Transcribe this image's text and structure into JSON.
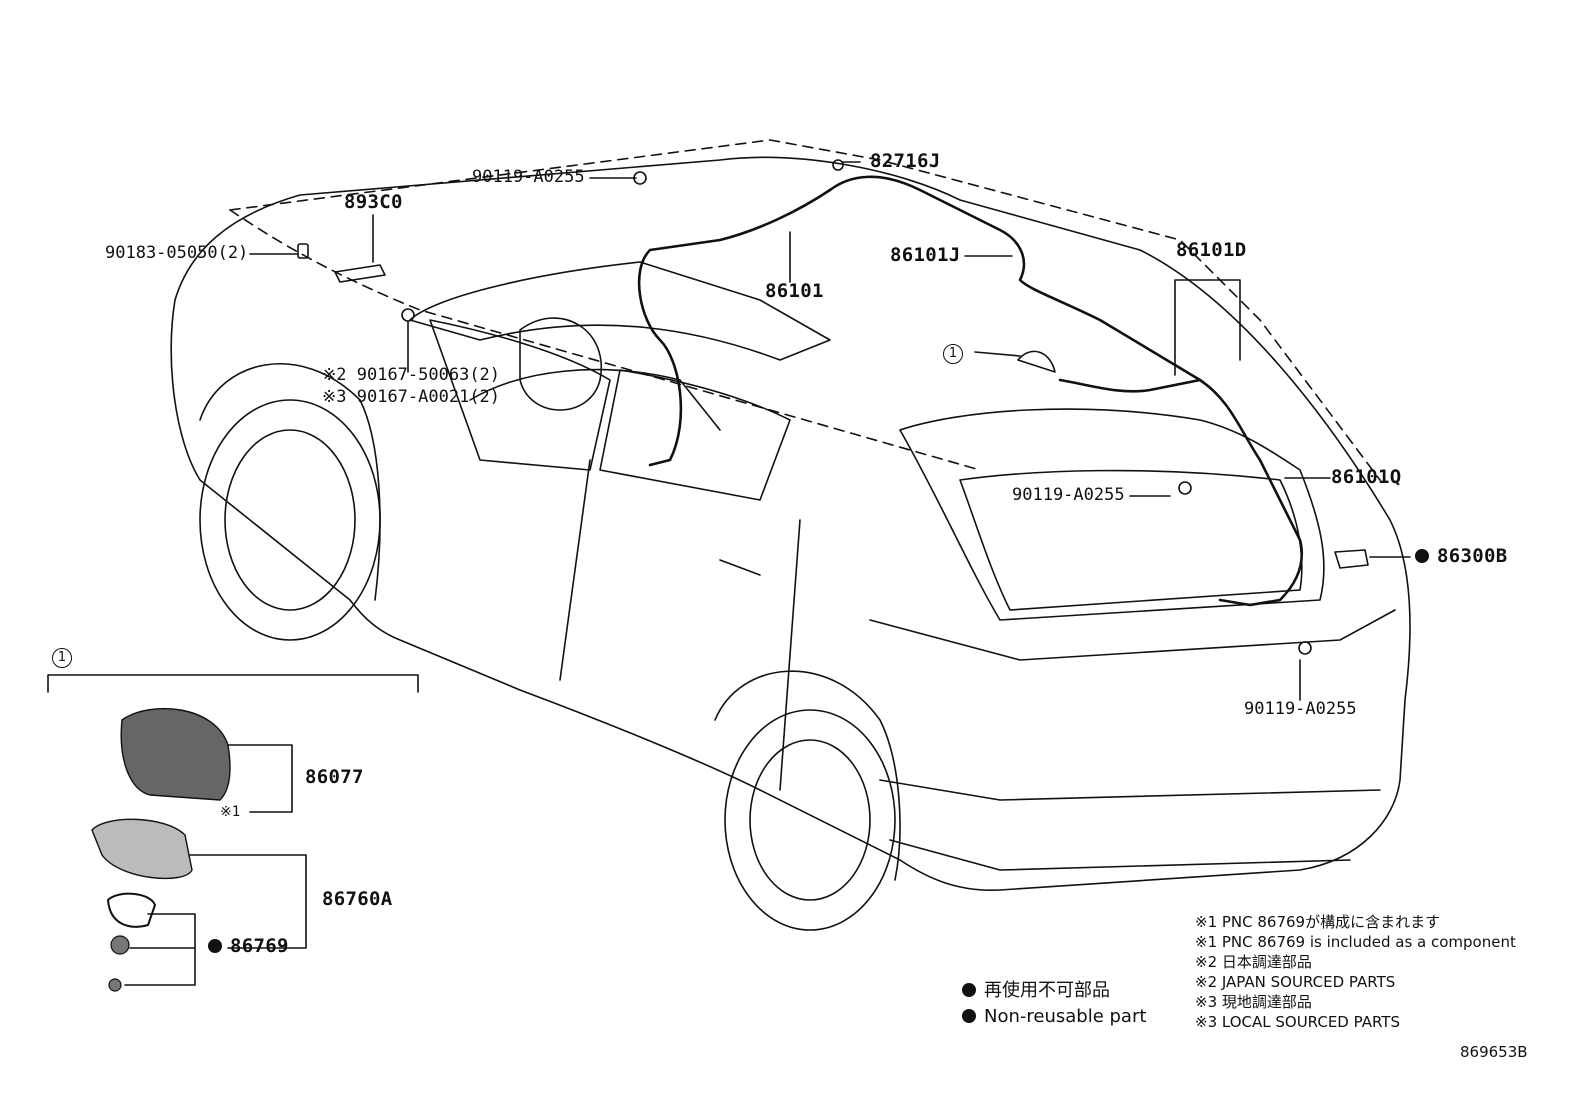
{
  "callouts": {
    "bolt_top": "90119-A0255",
    "clip_82716j": "82716J",
    "bracket_893c0": "893C0",
    "clip_90183": "90183-05050(2)",
    "harness_86101": "86101",
    "harness_86101j": "86101J",
    "harness_86101d": "86101D",
    "screw_jp": "90167-50063(2)",
    "screw_jp_mark": "※2",
    "screw_local": "90167-A0021(2)",
    "screw_local_mark": "※3",
    "bolt_rear_glass": "90119-A0255",
    "harness_86101q": "86101Q",
    "amp_86300b": "86300B",
    "bolt_bumper": "90119-A0255",
    "ref_circle": "1"
  },
  "assembly": {
    "ref_circle": "1",
    "cover_86077": "86077",
    "cover_note_mark": "※1",
    "antenna_86760a": "86760A",
    "gasket_86769": "86769"
  },
  "notes": [
    "※1 PNC 86769が構成に含まれます",
    "※1 PNC 86769 is included as a component",
    "※2 日本調達部品",
    "※2 JAPAN SOURCED PARTS",
    "※3 現地調達部品",
    "※3 LOCAL SOURCED PARTS"
  ],
  "legend": {
    "non_reusable_ja": "再使用不可部品",
    "non_reusable_en": "Non-reusable part"
  },
  "diagram_code": "869653B",
  "colors": {
    "line": "#111111",
    "background": "#ffffff",
    "part_fill": "#666666"
  }
}
